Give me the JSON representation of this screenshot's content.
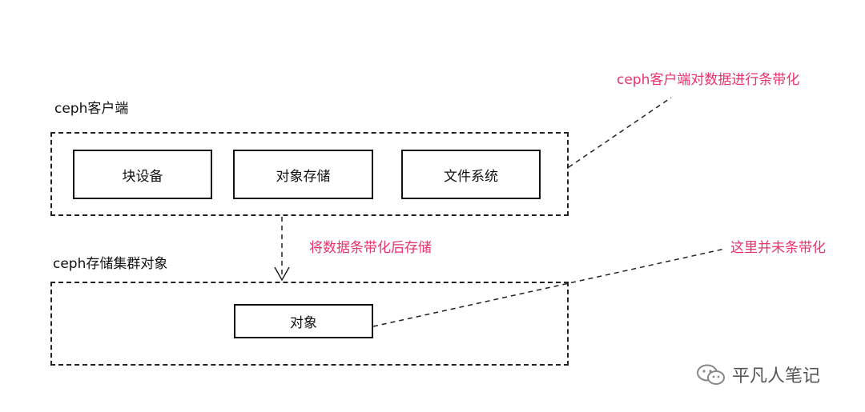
{
  "client": {
    "title": "ceph客户端",
    "boxes": [
      "块设备",
      "对象存储",
      "文件系统"
    ]
  },
  "cluster": {
    "title": "ceph存储集群对象",
    "object_label": "对象"
  },
  "annotations": {
    "client_striping": "ceph客户端对数据进行条带化",
    "store_after_striping": "将数据条带化后存储",
    "no_striping_here": "这里并未条带化"
  },
  "watermark": {
    "text": "平凡人笔记",
    "icon": "wechat-icon"
  },
  "colors": {
    "annotation": "#e8336b",
    "line": "#222222"
  }
}
